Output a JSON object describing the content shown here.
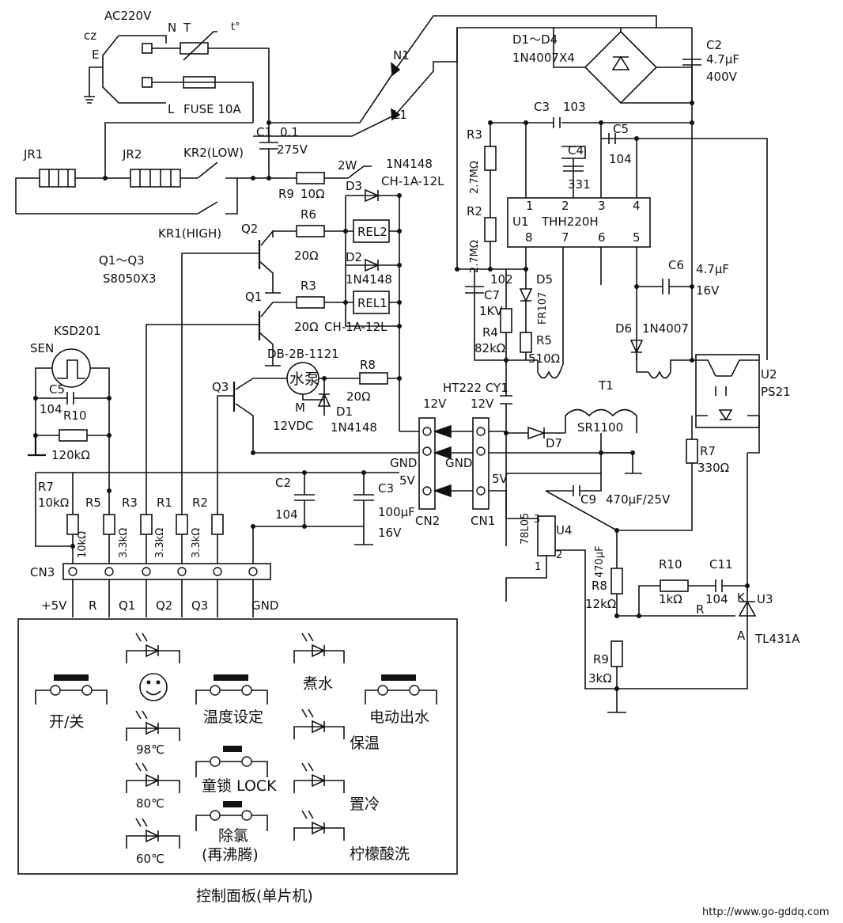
{
  "labels": {
    "ac": "AC220V",
    "n": "N",
    "t": "T",
    "tdeg": "t°",
    "cz": "cz",
    "e": "E",
    "l": "L",
    "fuse": "FUSE 10A",
    "n1": "N1",
    "l1": "L1",
    "c1": "C1",
    "c1v": "0.1",
    "c1k": "275V",
    "jr1": "JR1",
    "jr2": "JR2",
    "kr2": "KR2(LOW)",
    "kr1": "KR1(HIGH)",
    "r9": "R9",
    "r9v": "10Ω",
    "w2": "2W",
    "d3": "D3",
    "d3p": "1N4148",
    "relt": "CH-1A-12L",
    "rel2": "REL2",
    "rel1": "REL1",
    "d2": "D2",
    "d2p": "1N4148",
    "r6": "R6",
    "r6v": "20Ω",
    "r3": "R3",
    "r3v": "20Ω",
    "relb": "CH-1A-12L",
    "q2": "Q2",
    "q1": "Q1",
    "q3": "Q3",
    "qq": "Q1～Q3",
    "qp": "S8050X3",
    "ksd": "KSD201",
    "sen": "SEN",
    "c5l": "C5",
    "c5lv": "104",
    "r10l": "R10",
    "r10lv": "120kΩ",
    "pump": "DB-2B-1121",
    "pumpc": "水泵",
    "m": "M",
    "m12": "12VDC",
    "r8l": "R8",
    "r8lv": "20Ω",
    "d1l": "D1",
    "d1lp": "1N4148",
    "cn2_12": "12V",
    "cn1_12": "12V",
    "gnd2": "GND",
    "gnd1": "GND",
    "v5a": "5V",
    "v5b": "5V",
    "cn2": "CN2",
    "cn1": "CN1",
    "ht": "HT222 CY1",
    "c2l": "C2",
    "c2lv": "104",
    "c3l": "C3",
    "c3lv": "100μF",
    "c3lk": "16V",
    "r7l": "R7",
    "r7lv": "10kΩ",
    "r5l": "R5",
    "r5lv": "10kΩ",
    "r3l": "R3",
    "r3lv": "3.3kΩ",
    "r1l": "R1",
    "r1lv": "3.3kΩ",
    "r2l": "R2",
    "r2lv": "3.3kΩ",
    "cn3": "CN3",
    "p5v": "+5V",
    "pr": "R",
    "pq1": "Q1",
    "pq2": "Q2",
    "pq3": "Q3",
    "pgnd": "GND",
    "d14": "D1～D4",
    "d14p": "1N4007X4",
    "c2r": "C2",
    "c2rv": "4.7μF",
    "c2rk": "400V",
    "c3r": "C3",
    "c3rv": "103",
    "r3r": "R3",
    "r3rv": "2.7MΩ",
    "r2r": "R2",
    "r2rv": "2.7MΩ",
    "c4r": "C4",
    "c4rv": "331",
    "c5r": "C5",
    "c5rv": "104",
    "u1": "U1",
    "u1p": "THH220H",
    "p1": "1",
    "p2": "2",
    "p3": "3",
    "p4": "4",
    "p8": "8",
    "p7": "7",
    "p6": "6",
    "p5": "5",
    "c7r": "C7",
    "c7rv": "102",
    "c7rk": "1KV",
    "d5r": "D5",
    "d5rp": "FR107",
    "r4r": "R4",
    "r4rv": "82kΩ",
    "r5r": "R5",
    "r5rv": "510Ω",
    "c6r": "C6",
    "c6rv": "4.7μF",
    "c6rk": "16V",
    "d6r": "D6",
    "d6rp": "1N4007",
    "t1": "T1",
    "d7": "D7",
    "sr": "SR1100",
    "u2": "U2",
    "u2p": "PS21",
    "r7r": "R7",
    "r7rv": "330Ω",
    "c9": "C9",
    "c9v": "470μF/25V",
    "u4": "U4",
    "u4p": "78L05",
    "u4c": "470μF",
    "u4p1": "1",
    "u4p2": "2",
    "u4p3": "3",
    "r10r": "R10",
    "r10rv": "1kΩ",
    "c11": "C11",
    "c11v": "104",
    "r8r": "R8",
    "r8rv": "12kΩ",
    "rr": "R",
    "kk": "K",
    "aa": "A",
    "u3": "U3",
    "u3p": "TL431A",
    "r9r": "R9",
    "r9rv": "3kΩ"
  },
  "panel": {
    "power_btn": "开/关",
    "temp_btn": "温度设定",
    "lock_btn": "童锁 LOCK",
    "dechlor_btn_1": "除氯",
    "dechlor_btn_2": "(再沸腾)",
    "pump_btn": "电动出水",
    "led_98": "98℃",
    "led_80": "80℃",
    "led_60": "60℃",
    "led_boil": "煮水",
    "led_keep": "保温",
    "led_cool": "置冷",
    "led_clean": "柠檬酸洗",
    "caption": "控制面板(单片机)"
  },
  "watermark": "http://www.go-gddq.com"
}
